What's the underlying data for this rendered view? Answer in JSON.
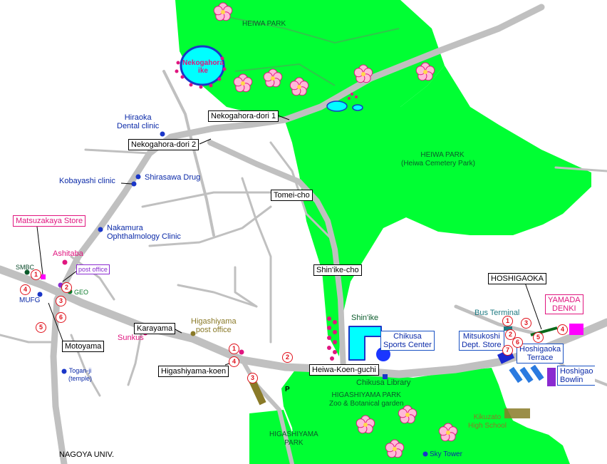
{
  "parks": {
    "heiwa_north": "HEIWA PARK",
    "heiwa_cemetery": "HEIWA PARK",
    "heiwa_cemetery_sub": "(Heiwa Cemetery Park)",
    "higashiyama": "HIGASHIYAMA PARK",
    "higashiyama_sub": "Zoo & Botanical garden",
    "higashiyama_south_1": "HIGASHIYAMA",
    "higashiyama_south_2": "PARK"
  },
  "pond": {
    "line1": "Nekogahora",
    "line2": "ike"
  },
  "stations": {
    "nekogahora_1": "Nekogahora-dori 1",
    "nekogahora_2": "Nekogahora-dori 2",
    "tomei_cho": "Tomei-cho",
    "shinike_cho": "Shin'ike-cho",
    "motoyama": "Motoyama",
    "karayama": "Karayama",
    "higashiyama_koen": "Higashiyama-koen",
    "heiwa_koen_guchi": "Heiwa-Koen-guchi",
    "hoshigaoka": "HOSHIGAOKA"
  },
  "places": {
    "hiraoka_1": "Hiraoka",
    "hiraoka_2": "Dental clinic",
    "kobayashi": "Kobayashi clinic",
    "shirasawa": "Shirasawa Drug",
    "nakamura_1": "Nakamura",
    "nakamura_2": "Ophthalmology Clinic",
    "matsuzakaya": "Matsuzakaya Store",
    "ashitaba": "Ashitaba",
    "smbc": "SMBC",
    "post_office": "post office",
    "geo": "GEO",
    "mufg": "MUFG",
    "sunkus": "Sunkus",
    "higashiyama_post_1": "Higashiyama",
    "higashiyama_post_2": "post office",
    "togan_1": "Togan-ji",
    "togan_2": "(temple)",
    "nagoya_univ": "NAGOYA UNIV.",
    "shinike": "Shin'ike",
    "chikusa_sports_1": "Chikusa",
    "chikusa_sports_2": "Sports Center",
    "chikusa_library": "Chikusa Library",
    "parking": "P",
    "sky_tower": "Sky Tower",
    "kikuzato_1": "Kikuzato",
    "kikuzato_2": "High School",
    "bus_terminal": "Bus Terminal",
    "mitsukoshi_1": "Mitsukoshi",
    "mitsukoshi_2": "Dept. Store",
    "hoshigaoka_terrace_1": "Hoshigaoka",
    "hoshigaoka_terrace_2": "Terrace",
    "yamada_1": "YAMADA",
    "yamada_2": "DENKI",
    "hoshigaoka_bowl_1": "Hoshigao",
    "hoshigaoka_bowl_2": "Bowlin"
  },
  "exit_markers": {
    "motoyama_1": "1",
    "motoyama_2": "2",
    "motoyama_3": "3",
    "motoyama_4": "4",
    "motoyama_5": "5",
    "motoyama_6": "6",
    "hkoen_1": "1",
    "hkoen_2": "2",
    "hkoen_3": "3",
    "hkoen_4": "4",
    "hoshi_1": "1",
    "hoshi_2": "2",
    "hoshi_3": "3",
    "hoshi_4": "4",
    "hoshi_5": "5",
    "hoshi_6": "6",
    "hoshi_7": "7"
  },
  "colors": {
    "park": "#00ff33",
    "water": "#00ffff",
    "road": "#c0c0c0",
    "blue_label": "#0b2aa8",
    "pink_label": "#e0157f",
    "exit_red": "#e0101a"
  }
}
